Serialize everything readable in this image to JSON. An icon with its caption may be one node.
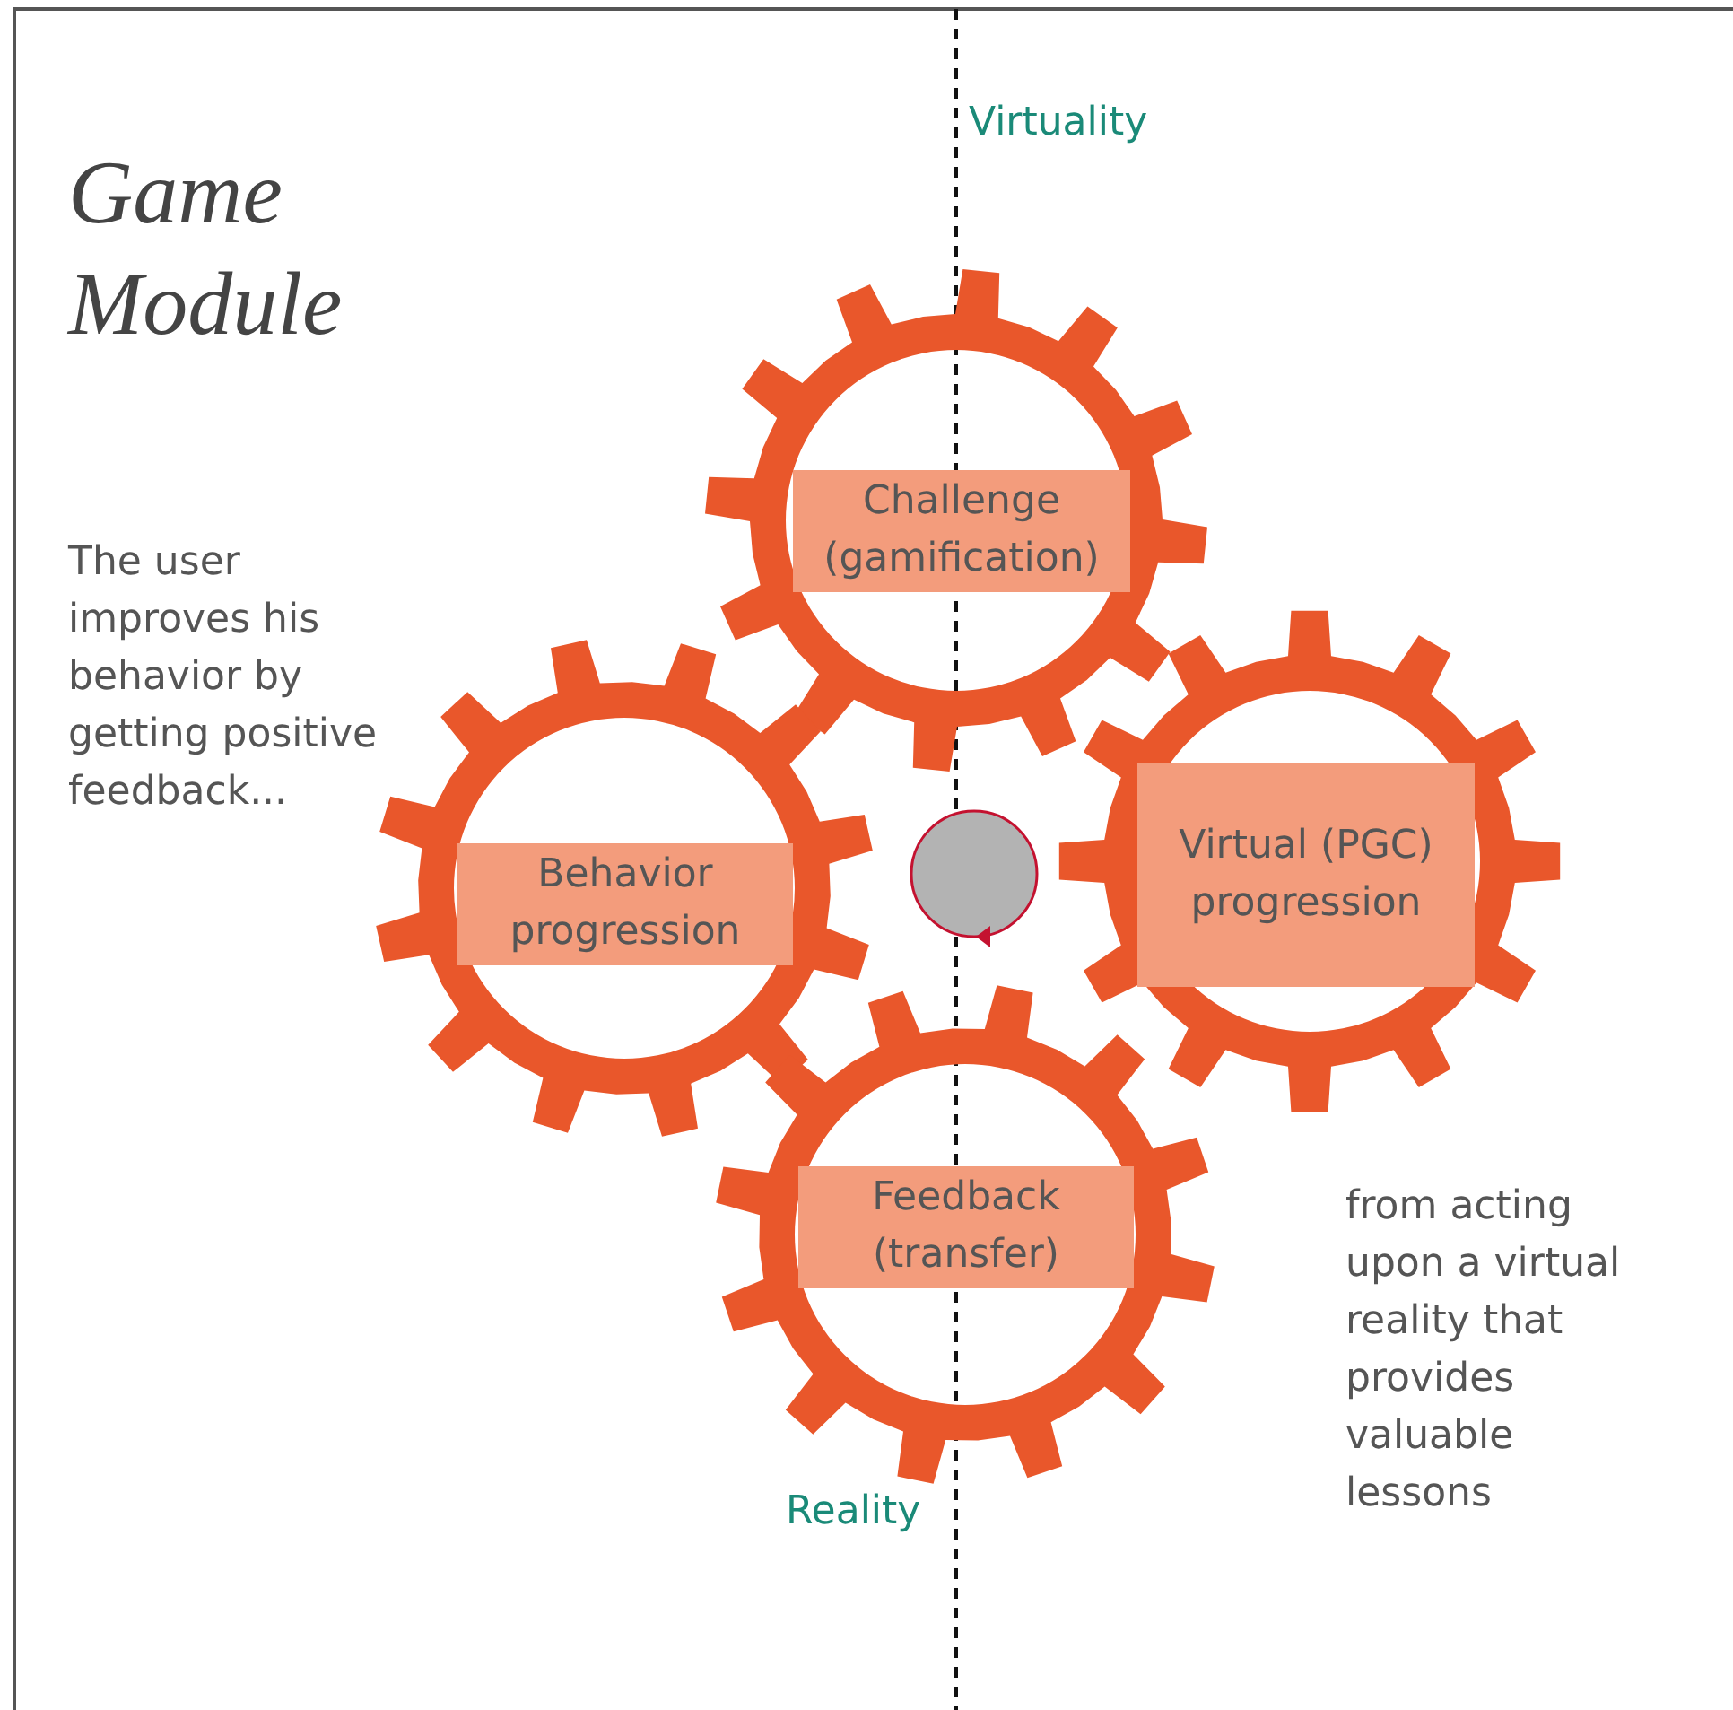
{
  "diagram": {
    "title": "Game Module",
    "nodes": [
      {
        "text": [
          "Challenge (gamification)"
        ]
      },
      {
        "text": [
          "Behavior progression"
        ]
      },
      {
        "text": [],
        "shape": "circle"
      },
      {
        "text": [
          "Virtual (PGC) progression"
        ]
      },
      {
        "text": [
          "Feedback (transfer)"
        ]
      }
    ],
    "labels": [
      "Virtuality",
      "The user improves his behavior by getting positive feedback...",
      "from acting upon a virtual reality that provides valuable lessons",
      "Reality"
    ]
  }
}
